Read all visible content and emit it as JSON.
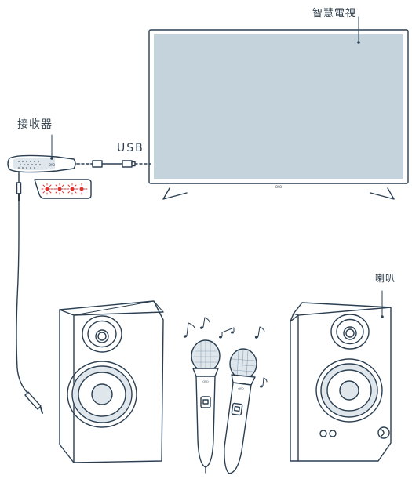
{
  "labels": {
    "tv": "智慧電視",
    "receiver": "接收器",
    "usb": "USB",
    "speaker": "喇叭"
  },
  "brand": {
    "receiver_logo": "OYO",
    "tv_logo": "OYO",
    "mic_logo": "OYO"
  },
  "colors": {
    "line": "#2b3f52",
    "screen": "#c4d3dc",
    "light": "#dfe7ec",
    "led_red": "#e0312b",
    "speaker_body": "#ffffff"
  }
}
